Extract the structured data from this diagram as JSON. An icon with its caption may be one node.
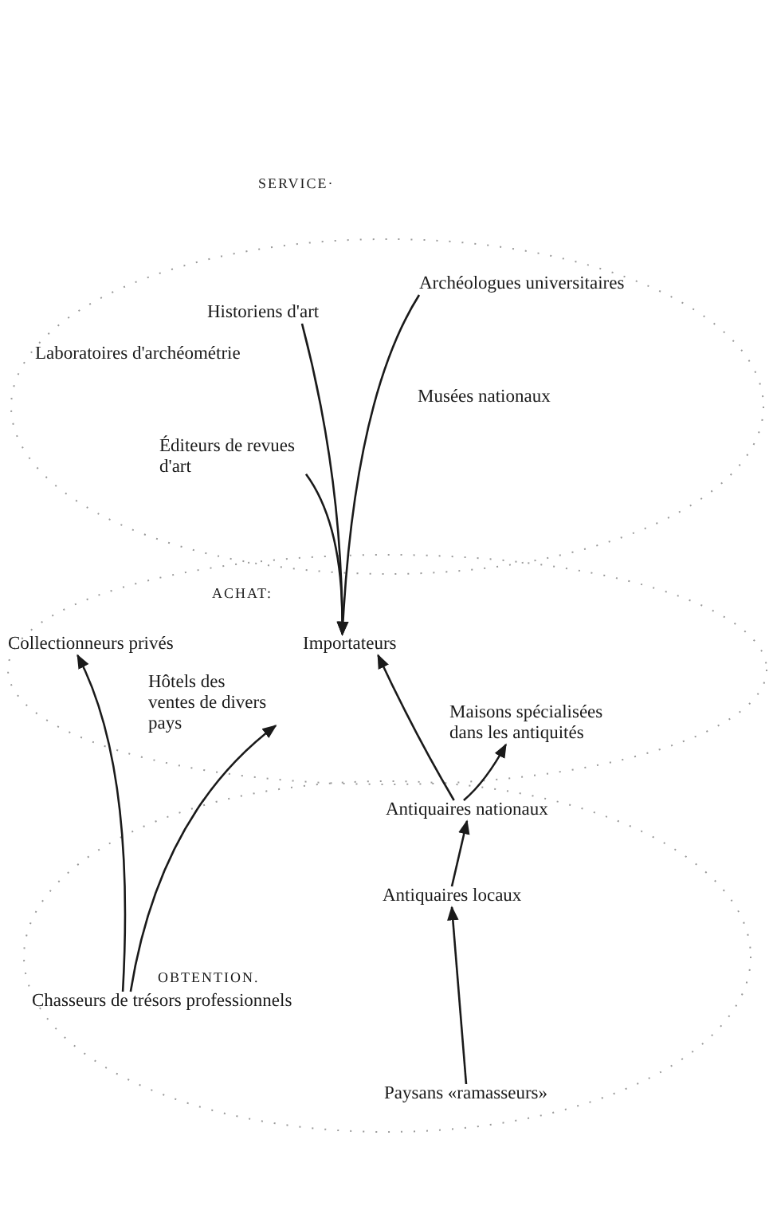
{
  "diagram": {
    "nodes": [
      {
        "text": [
          "Archéologues universitaires"
        ]
      },
      {
        "text": [
          "Historiens d'art"
        ]
      },
      {
        "text": [
          "Laboratoires d'archéométrie"
        ]
      },
      {
        "text": [
          "Musées nationaux"
        ]
      },
      {
        "text": [
          "Éditeurs de revues d'art"
        ]
      },
      {
        "text": [
          "Collectionneurs privés"
        ]
      },
      {
        "text": [
          "Importateurs"
        ]
      },
      {
        "text": [
          "Hôtels des ventes de divers pays"
        ]
      },
      {
        "text": [
          "Maisons spécialisées dans les antiquités"
        ]
      },
      {
        "text": [
          "Antiquaires nationaux"
        ]
      },
      {
        "text": [
          "Antiquaires locaux"
        ]
      },
      {
        "text": [
          "Chasseurs de trésors professionnels"
        ]
      },
      {
        "text": [
          "Paysans «ramasseurs»"
        ]
      }
    ],
    "edges": [
      {
        "from": 0,
        "to": 6,
        "arrow": "to"
      },
      {
        "from": 1,
        "to": 6,
        "arrow": "to"
      },
      {
        "from": 4,
        "to": 6,
        "arrow": "to"
      },
      {
        "from": 11,
        "to": 5,
        "arrow": "to"
      },
      {
        "from": 11,
        "to": 7,
        "arrow": "to"
      },
      {
        "from": 9,
        "to": 6,
        "arrow": "to"
      },
      {
        "from": 9,
        "to": 8,
        "arrow": "to"
      },
      {
        "from": 12,
        "to": 10,
        "arrow": "to"
      },
      {
        "from": 10,
        "to": 9,
        "arrow": "to"
      }
    ],
    "labels": [
      "SERVICE·",
      "ACHAT:",
      "OBTENTION."
    ]
  }
}
